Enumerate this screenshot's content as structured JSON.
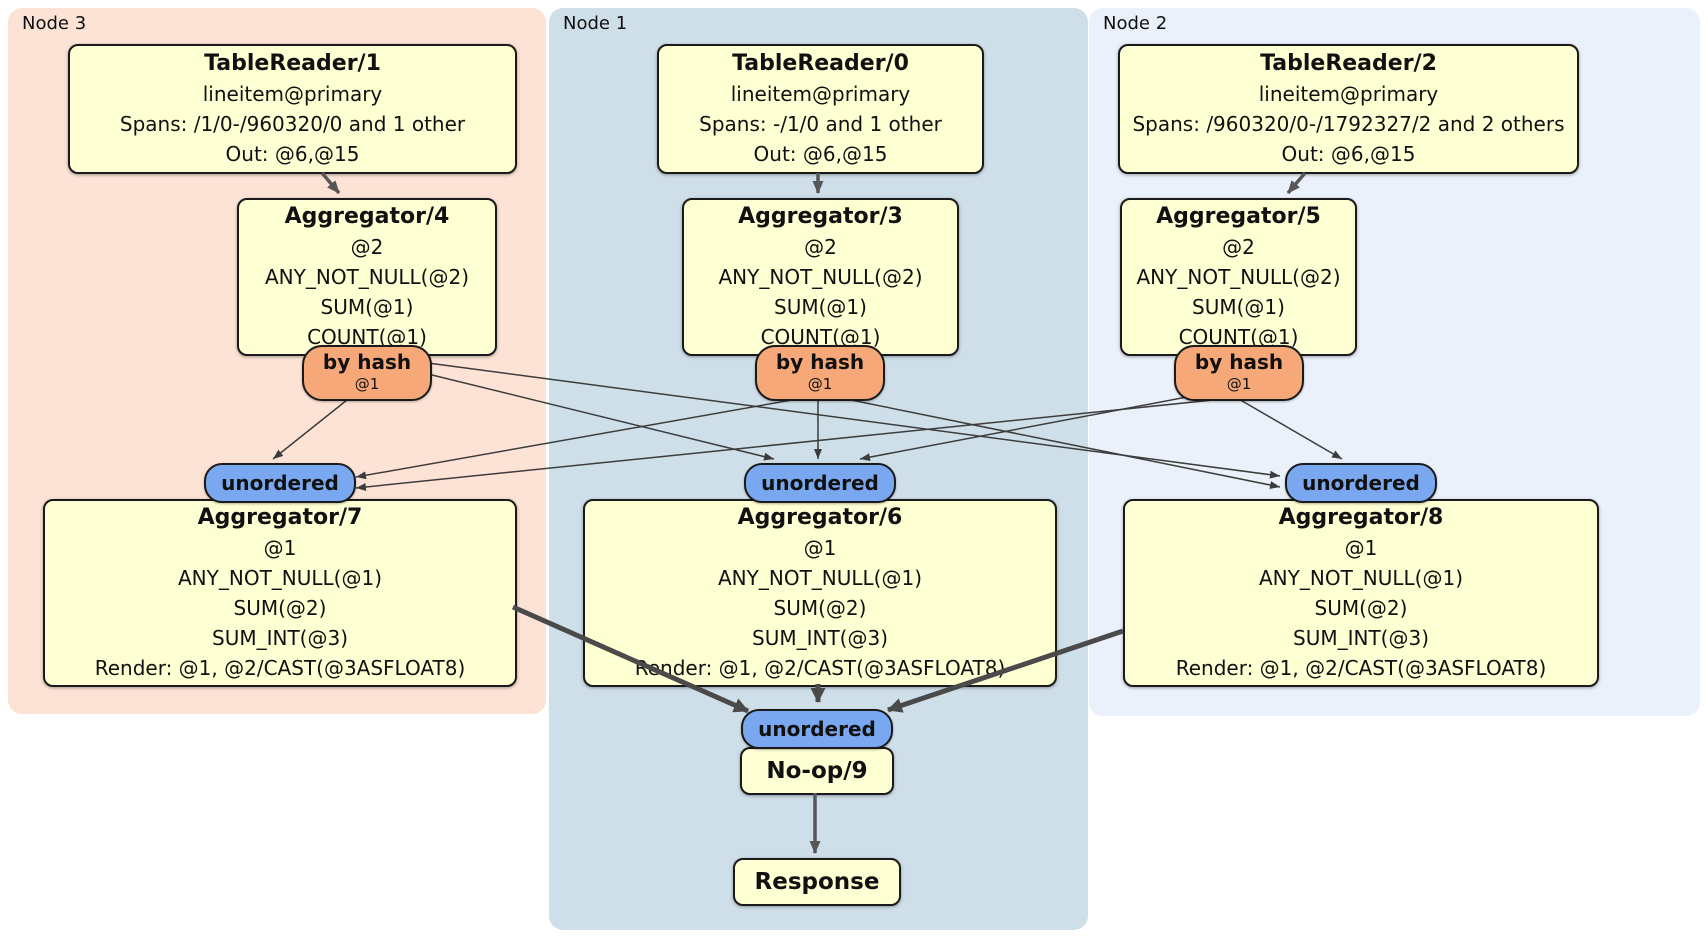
{
  "diagram": {
    "regions": [
      {
        "id": "node3",
        "label": "Node 3"
      },
      {
        "id": "node1",
        "label": "Node 1"
      },
      {
        "id": "node2",
        "label": "Node 2"
      }
    ],
    "processors": {
      "tr1": {
        "title": "TableReader/1",
        "lines": [
          "lineitem@primary",
          "Spans: /1/0-/960320/0 and 1 other",
          "Out: @6,@15"
        ]
      },
      "tr0": {
        "title": "TableReader/0",
        "lines": [
          "lineitem@primary",
          "Spans: -/1/0 and 1 other",
          "Out: @6,@15"
        ]
      },
      "tr2": {
        "title": "TableReader/2",
        "lines": [
          "lineitem@primary",
          "Spans: /960320/0-/1792327/2 and 2 others",
          "Out: @6,@15"
        ]
      },
      "agg4": {
        "title": "Aggregator/4",
        "lines": [
          "@2",
          "ANY_NOT_NULL(@2)",
          "SUM(@1)",
          "COUNT(@1)"
        ]
      },
      "agg3": {
        "title": "Aggregator/3",
        "lines": [
          "@2",
          "ANY_NOT_NULL(@2)",
          "SUM(@1)",
          "COUNT(@1)"
        ]
      },
      "agg5": {
        "title": "Aggregator/5",
        "lines": [
          "@2",
          "ANY_NOT_NULL(@2)",
          "SUM(@1)",
          "COUNT(@1)"
        ]
      },
      "agg7": {
        "title": "Aggregator/7",
        "lines": [
          "@1",
          "ANY_NOT_NULL(@1)",
          "SUM(@2)",
          "SUM_INT(@3)",
          "Render: @1, @2/CAST(@3ASFLOAT8)"
        ]
      },
      "agg6": {
        "title": "Aggregator/6",
        "lines": [
          "@1",
          "ANY_NOT_NULL(@1)",
          "SUM(@2)",
          "SUM_INT(@3)",
          "Render: @1, @2/CAST(@3ASFLOAT8)"
        ]
      },
      "agg8": {
        "title": "Aggregator/8",
        "lines": [
          "@1",
          "ANY_NOT_NULL(@1)",
          "SUM(@2)",
          "SUM_INT(@3)",
          "Render: @1, @2/CAST(@3ASFLOAT8)"
        ]
      },
      "noop": {
        "title": "No-op/9"
      },
      "response": {
        "title": "Response"
      }
    },
    "routers": {
      "by_hash": {
        "label": "by hash",
        "detail": "@1"
      },
      "sync": {
        "label": "unordered"
      }
    },
    "colors": {
      "processor_fill": "#ffffd4",
      "router_fill": "#f6a878",
      "sync_fill": "#7aa8f0",
      "node3_fill": "#fce3d5",
      "node1_fill": "#cfdfe9",
      "node2_fill": "#ebf1fa",
      "edge_thin": "#3c3c3c",
      "edge_mid": "#575757",
      "edge_thick": "#4a4a4a"
    }
  }
}
